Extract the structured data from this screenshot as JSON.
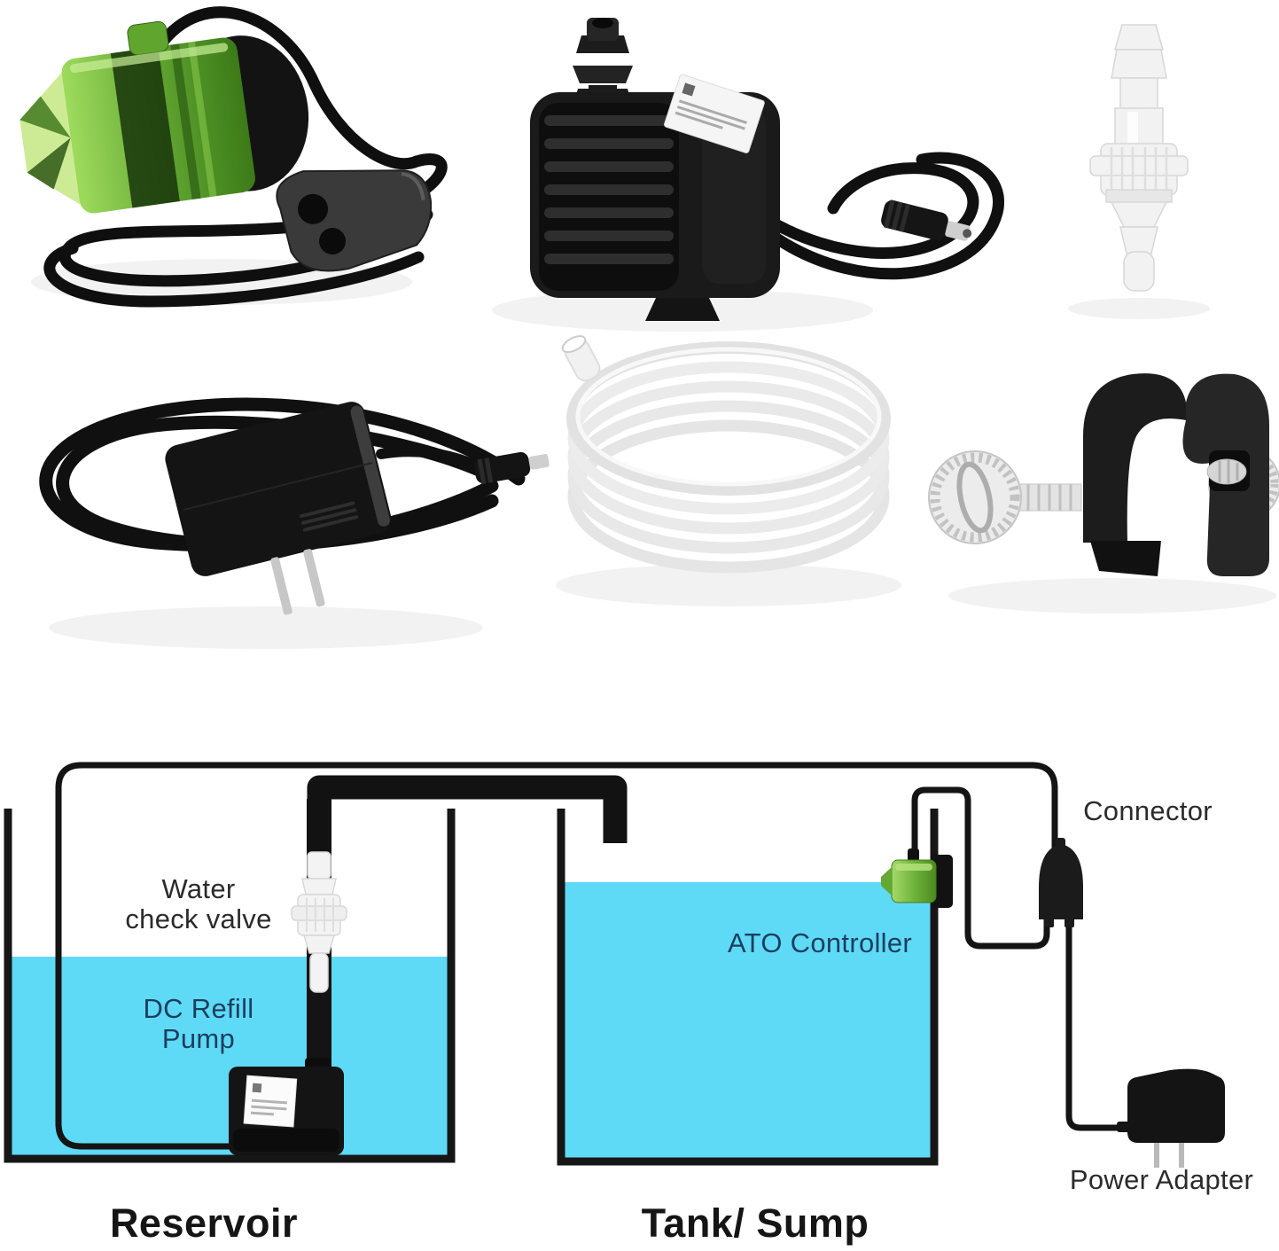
{
  "page": {
    "background": "#ffffff",
    "description_labels_only": true
  },
  "products": {
    "items": [
      {
        "name": "ato-controller-sensor-with-splitter"
      },
      {
        "name": "dc-refill-pump"
      },
      {
        "name": "water-check-valve"
      },
      {
        "name": "power-adapter"
      },
      {
        "name": "clear-tubing-coil"
      },
      {
        "name": "mounting-bracket-with-thumbscrews"
      }
    ]
  },
  "diagram": {
    "labels": {
      "water_check_valve_line1": "Water",
      "water_check_valve_line2": "check valve",
      "dc_refill_pump_line1": "DC Refill",
      "dc_refill_pump_line2": "Pump",
      "ato_controller": "ATO Controller",
      "connector": "Connector",
      "power_adapter": "Power Adapter",
      "reservoir": "Reservoir",
      "tank_sump": "Tank/ Sump"
    },
    "colors": {
      "water": "#5EDAF7",
      "outline": "#161616",
      "pipe": "#121212",
      "navy_label": "#1B3E5E",
      "dark_label": "#2B2B2B",
      "sensor_green": "#6FB33C"
    }
  }
}
